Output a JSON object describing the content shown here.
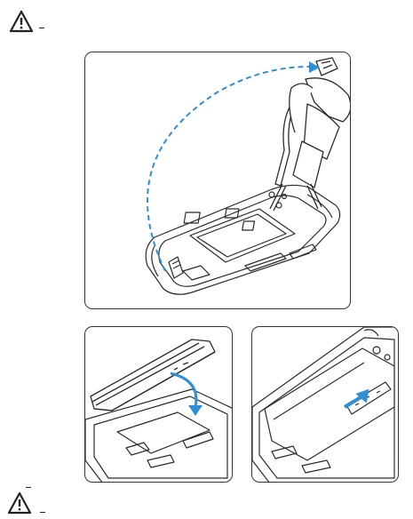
{
  "icons": {
    "top_warning": "warning-triangle-icon",
    "bottom_warning": "warning-triangle-icon"
  },
  "colors": {
    "arrow_blue": "#2f8fd6",
    "line": "#2b2b2b",
    "panel_border": "#333333"
  },
  "panels": [
    {
      "name": "remove-battery-strap",
      "icon": "dashed-curved-arrow"
    },
    {
      "name": "tilt-battery-in",
      "icon": "curved-arrow-down"
    },
    {
      "name": "slide-battery-latch",
      "icon": "straight-arrow-right"
    }
  ]
}
